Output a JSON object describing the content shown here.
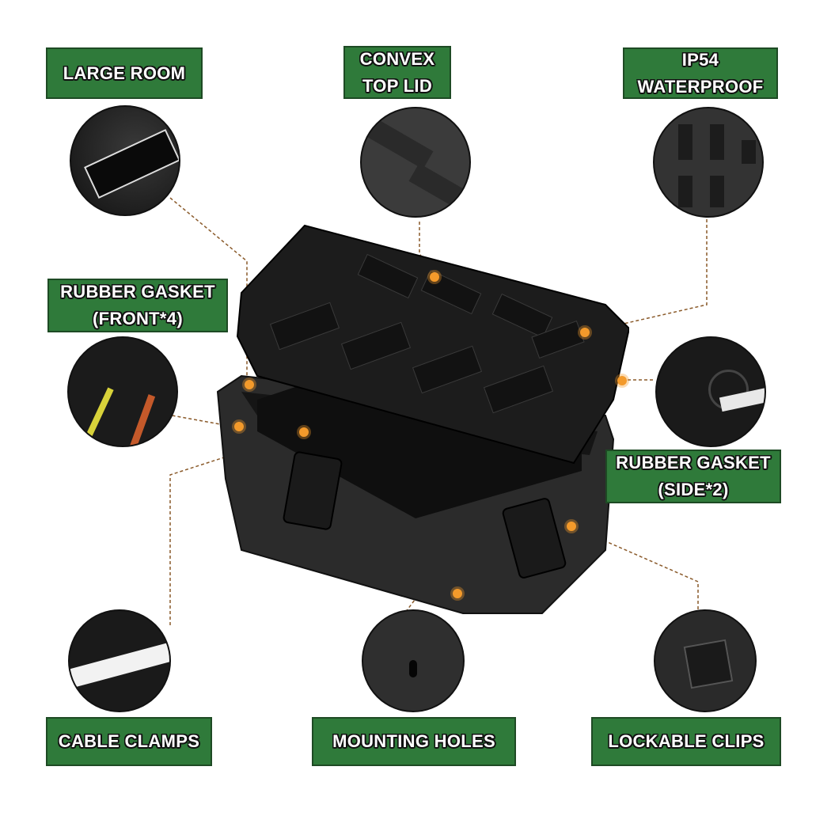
{
  "features": [
    {
      "id": "large-room",
      "lines": [
        "LARGE ROOM"
      ]
    },
    {
      "id": "convex-top-lid",
      "lines": [
        "CONVEX",
        "TOP LID"
      ]
    },
    {
      "id": "ip54-waterproof",
      "lines": [
        "IP54",
        "WATERPROOF"
      ]
    },
    {
      "id": "rubber-gasket-front",
      "lines": [
        "RUBBER GASKET",
        "(FRONT*4)"
      ]
    },
    {
      "id": "rubber-gasket-side",
      "lines": [
        "RUBBER GASKET",
        "(SIDE*2)"
      ]
    },
    {
      "id": "cable-clamps",
      "lines": [
        "CABLE CLAMPS"
      ]
    },
    {
      "id": "mounting-holes",
      "lines": [
        "MOUNTING HOLES"
      ]
    },
    {
      "id": "lockable-clips",
      "lines": [
        "LOCKABLE CLIPS"
      ]
    }
  ],
  "colors": {
    "label_green": "#2f7a3a",
    "label_border": "#1e4a24",
    "callout_dot": "#f39a2b",
    "box_body": "#2b2b2b",
    "lid": "#1c1c1c"
  }
}
